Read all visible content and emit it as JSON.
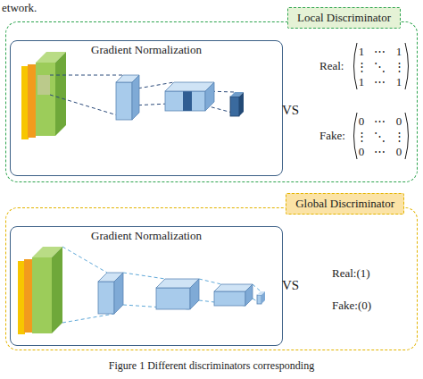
{
  "diagram": {
    "caption": "Figure 1 Different discriminators corresponding",
    "nodes": [
      {
        "text": [
          "Local Discriminator"
        ]
      },
      {
        "text": [
          "Gradient Normalization"
        ],
        "in": 0
      },
      {
        "text": [
          "Global Discriminator"
        ]
      },
      {
        "text": [
          "Gradient Normalization"
        ],
        "in": 2
      }
    ],
    "labels": [
      "etwork.",
      "VS",
      "Real:",
      "1",
      "⋯",
      "1",
      "⋮",
      "⋱",
      "⋮",
      "1",
      "⋯",
      "1",
      "Fake:",
      "0",
      "⋯",
      "0",
      "⋮",
      "⋱",
      "⋮",
      "0",
      "⋯",
      "0",
      "VS",
      "Real:(1)",
      "Fake:(0)"
    ]
  }
}
